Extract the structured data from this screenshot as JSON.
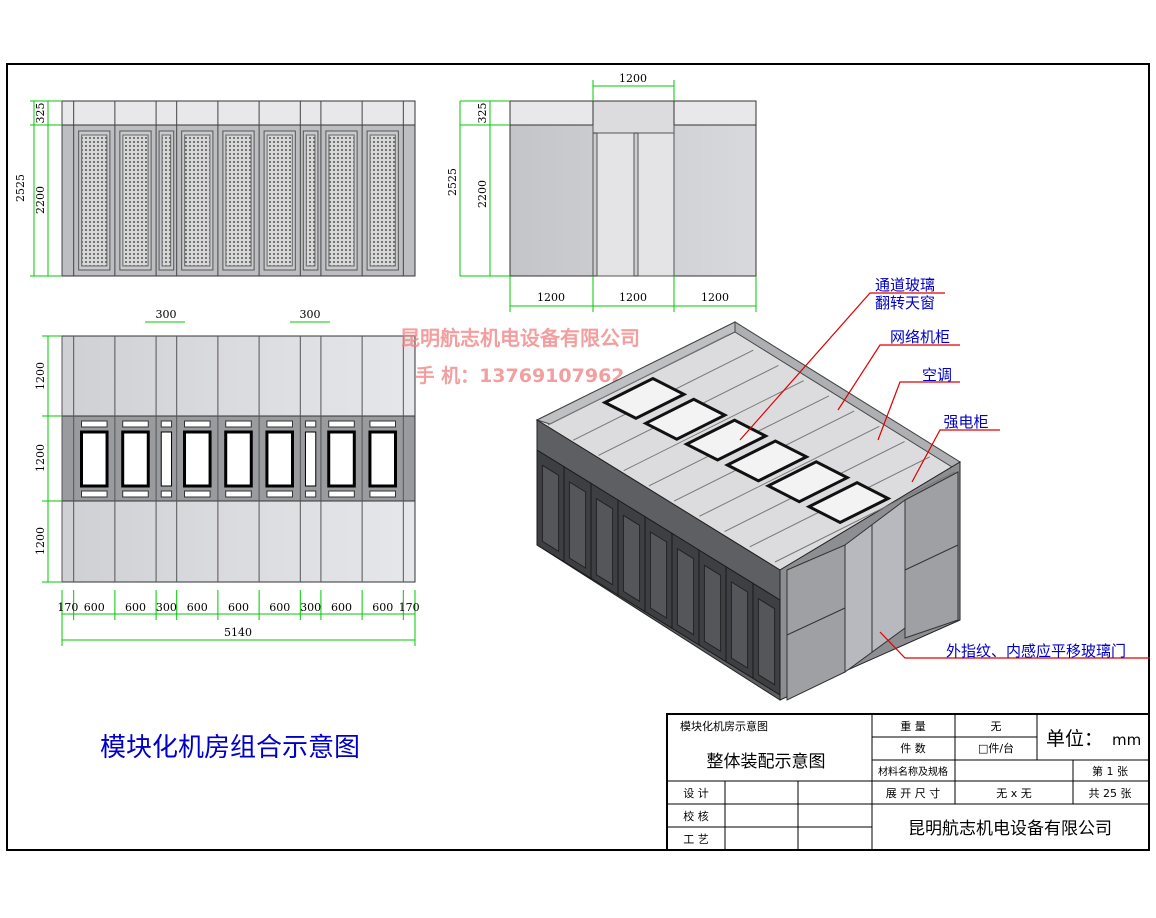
{
  "watermark": {
    "company": "昆明航志机电设备有限公司",
    "phone": "手  机：13769107962"
  },
  "front_view": {
    "dims_vertical": [
      "325",
      "2200",
      "2525"
    ],
    "module_widths": [
      "170",
      "600",
      "600",
      "300",
      "600",
      "600",
      "600",
      "300",
      "600",
      "600",
      "170"
    ]
  },
  "side_view": {
    "dims_vertical": [
      "325",
      "2200",
      "2525"
    ],
    "top_dim": "1200",
    "bottom_dims": [
      "1200",
      "1200",
      "1200"
    ]
  },
  "top_view": {
    "top_dims": [
      "300",
      "300"
    ],
    "left_dims": [
      "1200",
      "1200",
      "1200"
    ],
    "bottom_dims": [
      "170",
      "600",
      "600",
      "300",
      "600",
      "600",
      "600",
      "300",
      "600",
      "600",
      "170"
    ],
    "total_width": "5140"
  },
  "annotations": {
    "skylight_line1": "通道玻璃",
    "skylight_line2": "翻转天窗",
    "network_cabinet": "网络机柜",
    "air_conditioner": "空调",
    "power_cabinet": "强电柜",
    "door": "外指纹、内感应平移玻璃门"
  },
  "drawing_title": "模块化机房组合示意图",
  "title_block": {
    "project_name": "模块化机房示意图",
    "drawing_name": "整体装配示意图",
    "weight_label": "重    量",
    "weight_value": "无",
    "qty_label": "件    数",
    "qty_value": "□件/台",
    "material_label": "材料名称及规格",
    "unit_label": "单位：",
    "unit_value": "mm",
    "unfold_label": "展 开 尺 寸",
    "unfold_value": "无 x 无",
    "sheet_no": "第  1  张",
    "sheet_total": "共  25  张",
    "design_label": "设    计",
    "check_label": "校    核",
    "process_label": "工    艺",
    "company": "昆明航志机电设备有限公司"
  },
  "colors": {
    "dimension_line": "#00c800",
    "annotation_text": "#0000c8",
    "leader_line": "#e00000",
    "watermark": "#f08080"
  }
}
